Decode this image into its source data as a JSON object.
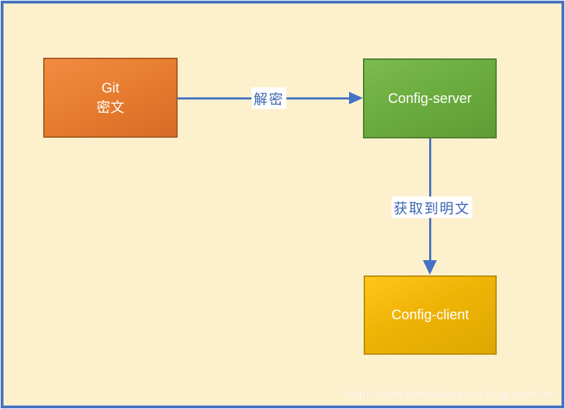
{
  "diagram": {
    "nodes": {
      "git": {
        "line1": "Git",
        "line2": "密文"
      },
      "config_server": {
        "label": "Config-server"
      },
      "config_client": {
        "label": "Config-client"
      }
    },
    "edges": {
      "decrypt": {
        "label": "解密",
        "from": "git",
        "to": "config_server"
      },
      "fetch_plaintext": {
        "label": "获取到明文",
        "from": "config_server",
        "to": "config_client"
      }
    },
    "watermark": {
      "text": "https://dpb-bobokaoya-sm.blog.csdn.net"
    },
    "colors": {
      "background": "#FDF0CD",
      "frame_border": "#4673C0",
      "arrow": "#4472C4",
      "edge_label_text": "#3C66B1",
      "node_text": "#FFFFFF",
      "git_fill": "#E87E30",
      "git_border": "#A85B20",
      "server_fill": "#6CAD3F",
      "server_border": "#507E32",
      "client_fill": "#EFB306",
      "client_border": "#B98D0B"
    }
  }
}
